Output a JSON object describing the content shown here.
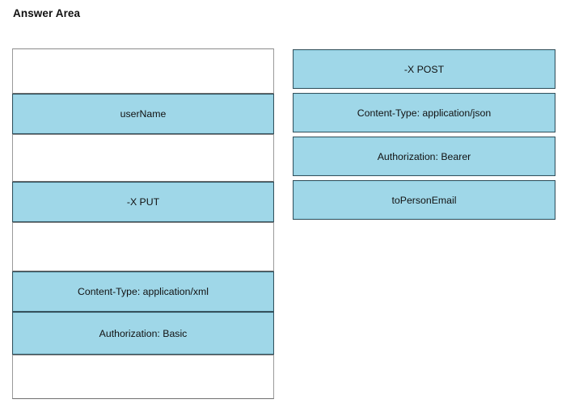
{
  "page": {
    "title": "Answer Area",
    "background_color": "#ffffff"
  },
  "style": {
    "tile_fill": "#9fd7e8",
    "tile_border": "#35515c",
    "slot_border": "#6f6f6f",
    "text_color": "#111111"
  },
  "answer_column": {
    "name": "answer-area-drop-column",
    "slots": [
      {
        "type": "empty",
        "label": ""
      },
      {
        "type": "tile",
        "label": "userName"
      },
      {
        "type": "empty",
        "label": ""
      },
      {
        "type": "tile",
        "label": "-X PUT"
      },
      {
        "type": "empty",
        "label": ""
      },
      {
        "type": "tile",
        "label": "Content-Type: application/xml"
      },
      {
        "type": "tile",
        "label": "Authorization: Basic"
      },
      {
        "type": "empty",
        "label": ""
      }
    ]
  },
  "options_column": {
    "name": "available-options-column",
    "tiles": [
      {
        "type": "tile",
        "label": "-X POST"
      },
      {
        "type": "tile",
        "label": "Content-Type: application/json"
      },
      {
        "type": "tile",
        "label": "Authorization: Bearer"
      },
      {
        "type": "tile",
        "label": "toPersonEmail"
      }
    ]
  }
}
